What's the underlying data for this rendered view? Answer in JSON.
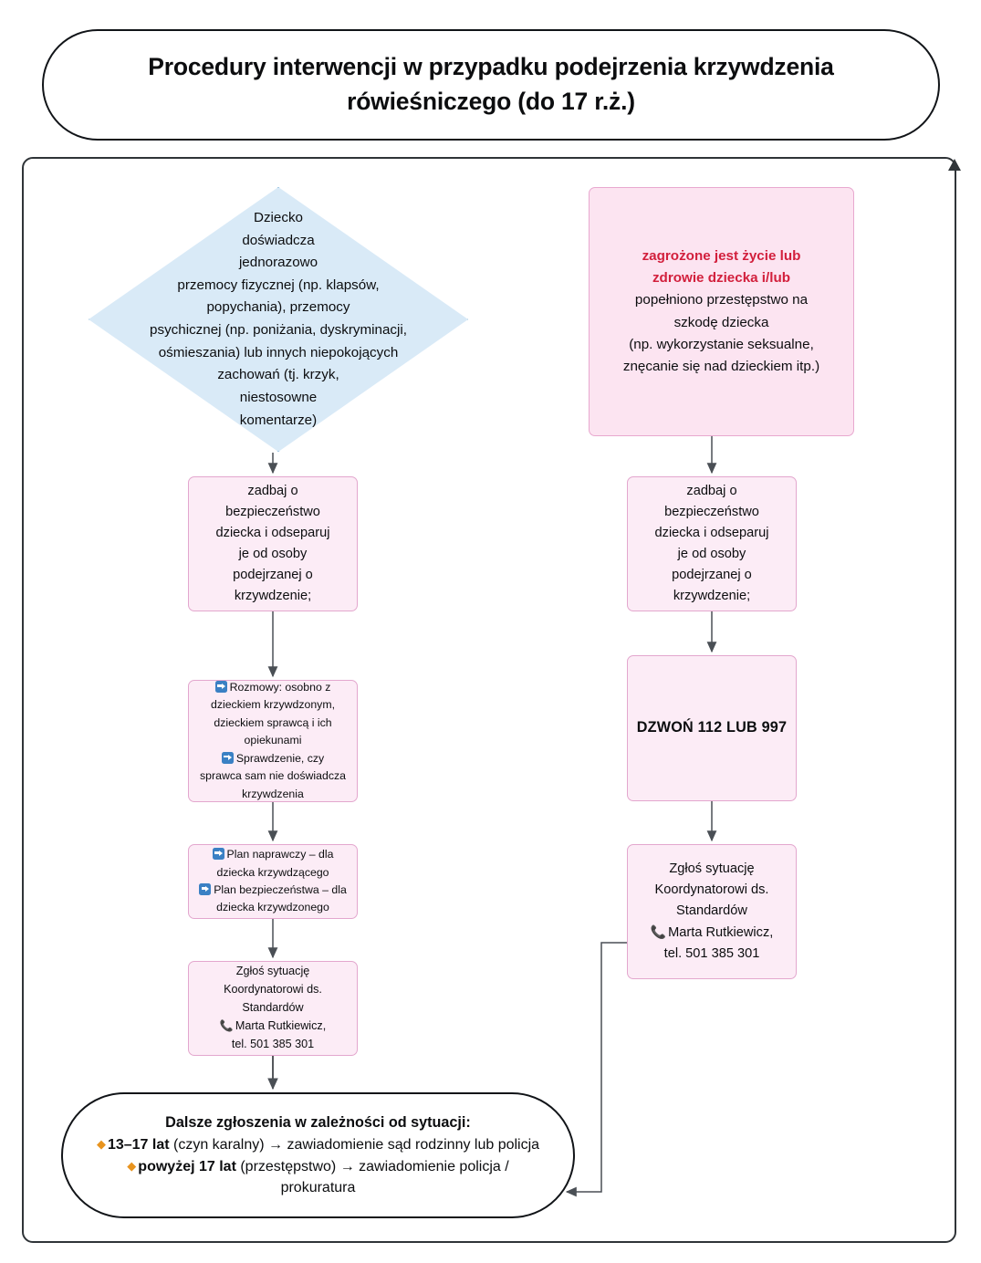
{
  "title": {
    "line1": "Procedury interwencji w przypadku podejrzenia krzywdzenia",
    "line2": "rówieśniczego (do 17 r.ż.)"
  },
  "nodes": {
    "trigger_diamond": {
      "shape": "diamond",
      "fill": "#d9eaf7",
      "stroke": "#7fb4d8",
      "lines": [
        "Dziecko",
        "doświadcza",
        "jednorazowo",
        "przemocy fizycznej (np. klapsów,",
        "popychania), przemocy",
        "psychicznej (np. poniżania, dyskryminacji,",
        "ośmieszania) lub innych niepokojących",
        "zachowań (tj. krzyk,",
        "niestosowne",
        "komentarze)"
      ]
    },
    "alert": {
      "shape": "rect",
      "fill": "#fce4f1",
      "stroke": "#e8a8cf",
      "accent_color": "#d21f3c",
      "bold_lines": [
        "zagrożone jest życie lub",
        "zdrowie dziecka i/lub"
      ],
      "lines": [
        "popełniono przestępstwo na",
        "szkodę dziecka",
        "(np. wykorzystanie seksualne,",
        "znęcanie się nad dzieckiem itp.)"
      ]
    },
    "safety_left": {
      "lines": [
        "zadbaj o",
        "bezpieczeństwo",
        "dziecka i odseparuj",
        "je od osoby",
        "podejrzanej o",
        "krzywdzenie;"
      ]
    },
    "safety_right": {
      "lines": [
        "zadbaj o",
        "bezpieczeństwo",
        "dziecka i odseparuj",
        "je od osoby",
        "podejrzanej o",
        "krzywdzenie;"
      ]
    },
    "talks": {
      "items": [
        {
          "icon": "blue-arrow-icon",
          "lines": [
            "Rozmowy: osobno z",
            "dzieckiem krzywdzonym,",
            "dzieckiem sprawcą i ich",
            "opiekunami"
          ]
        },
        {
          "icon": "blue-arrow-icon",
          "lines": [
            "Sprawdzenie, czy",
            "sprawca sam nie doświadcza",
            "krzywdzenia"
          ]
        }
      ]
    },
    "plans": {
      "items": [
        {
          "icon": "blue-arrow-icon",
          "lines": [
            "Plan naprawczy – dla",
            "dziecka krzywdzącego"
          ]
        },
        {
          "icon": "blue-arrow-icon",
          "lines": [
            "Plan bezpieczeństwa – dla",
            "dziecka krzywdzonego"
          ]
        }
      ]
    },
    "report_left": {
      "lines": [
        "Zgłoś sytuację",
        "Koordynatorowi ds.",
        "Standardów"
      ],
      "phone_icon": "telephone-icon",
      "contact_name": "Marta Rutkiewicz,",
      "contact_phone": "tel. 501 385 301"
    },
    "emergency_call": {
      "label": "DZWOŃ 112 LUB 997"
    },
    "report_right": {
      "lines": [
        "Zgłoś sytuację",
        "Koordynatorowi ds.",
        "Standardów"
      ],
      "phone_icon": "telephone-icon",
      "contact_name": "Marta Rutkiewicz,",
      "contact_phone": "tel. 501 385 301"
    },
    "final": {
      "heading": "Dalsze zgłoszenia w zależności od sytuacji:",
      "bullet_color": "#e8941f",
      "items": [
        {
          "bold": "13–17 lat",
          "rest": " (czyn karalny) → zawiadomienie sąd rodzinny lub policja"
        },
        {
          "bold": "powyżej 17 lat",
          "rest": " (przestępstwo) → zawiadomienie policja /"
        }
      ],
      "continuation": "prokuratura"
    }
  },
  "colors": {
    "pink_fill": "#fcecf6",
    "pink_stroke": "#e3a7ce",
    "blue_fill": "#d9eaf7",
    "blue_stroke": "#7fb4d8",
    "alert_red": "#d21f3c",
    "edge": "#4a4f55",
    "frame": "#2f3438",
    "badge_blue": "#3a80c4",
    "bullet_orange": "#e8941f"
  }
}
